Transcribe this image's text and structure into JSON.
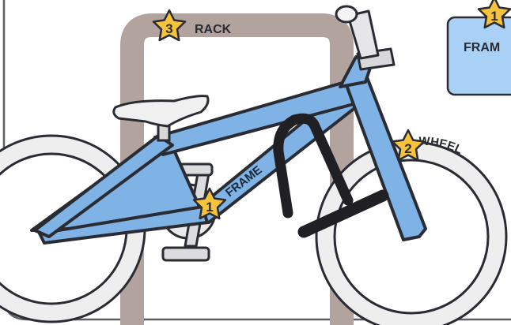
{
  "labels": {
    "rack": "RACK",
    "frame": "FRAME",
    "wheel": "WHEEL",
    "frame_callout": "FRAM"
  },
  "badges": {
    "rack": "3",
    "frame": "1",
    "wheel": "2",
    "callout": "1"
  },
  "colors": {
    "frame_blue": "#7fb2e5",
    "outline": "#2a2c33",
    "rack": "#b3a39e",
    "star": "#f6c33a",
    "lock": "#1f1f24",
    "callout_fill": "#a9d1f6",
    "tire_fill": "#eeeeef",
    "seat": "#f0f0f1"
  },
  "icons": [
    "star-icon",
    "bike-lock-icon"
  ]
}
